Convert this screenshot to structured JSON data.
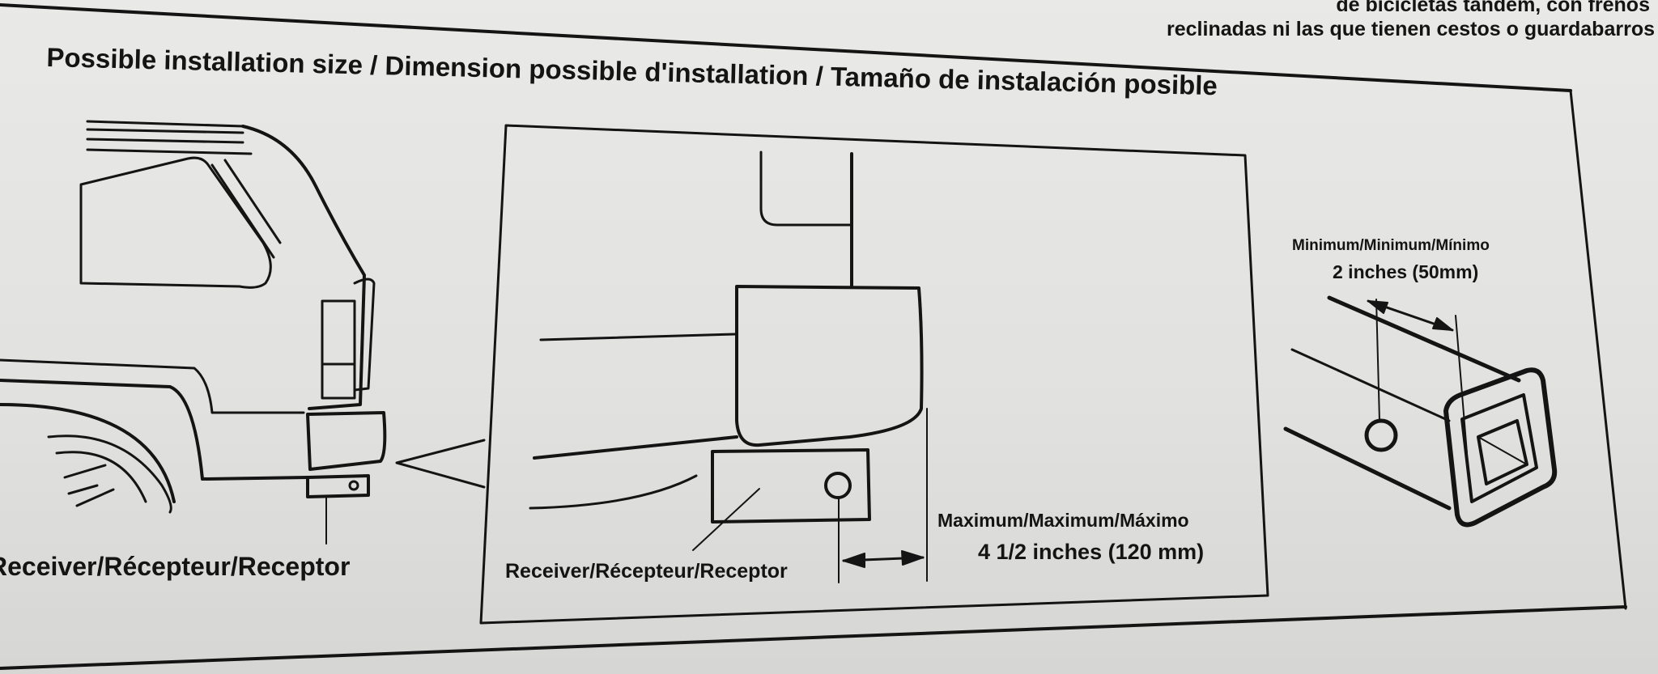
{
  "top_text": {
    "line1": "de bicicletas tándem, con frenos",
    "line2": "reclinadas ni las que tienen cestos o guardabarros"
  },
  "title": "Possible installation size / Dimension possible d'installation / Tamaño de instalación posible",
  "car_panel": {
    "receiver_label": "Receiver/Récepteur/Receptor"
  },
  "detail_panel": {
    "receiver_label": "Receiver/Récepteur/Receptor",
    "max_label": "Maximum/Maximum/Máximo",
    "max_value": "4 1/2 inches (120 mm)"
  },
  "hitch_panel": {
    "min_label": "Minimum/Minimum/Mínimo",
    "min_value": "2 inches (50mm)"
  },
  "colors": {
    "line": "#141414",
    "background": "#e4e4e2"
  }
}
